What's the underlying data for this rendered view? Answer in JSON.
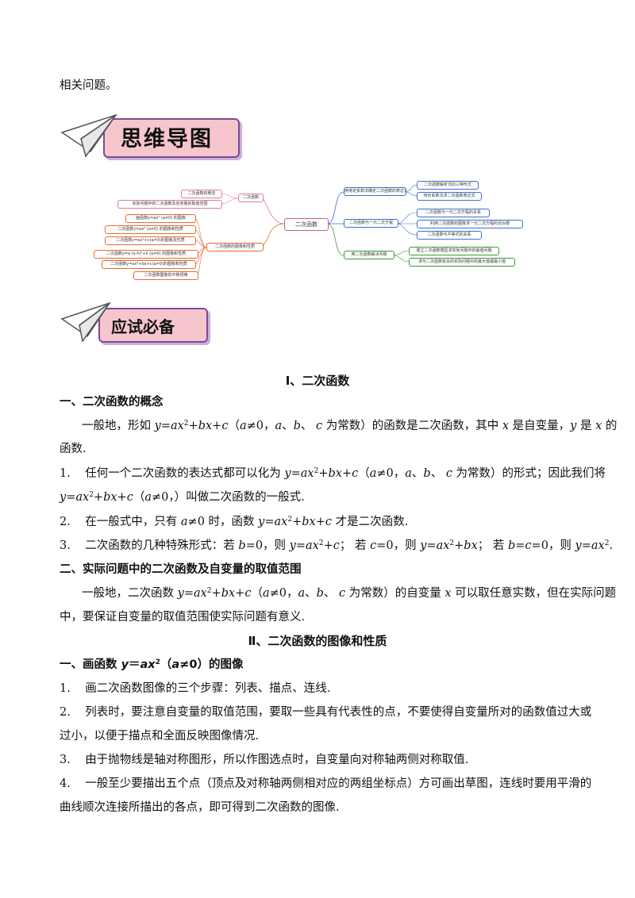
{
  "intro": {
    "tail": "相关问题。"
  },
  "banners": {
    "mindmap": "思维导图",
    "exam": "应试必备"
  },
  "mindmap": {
    "center": "二次函数",
    "left": {
      "concept": {
        "label": "二次函数",
        "children": [
          "二次函数的概念",
          "实际问题中的二次函数及自变量的取值范围"
        ]
      },
      "graph": {
        "label": "二次函数的图像和性质",
        "children": [
          "画函数y=ax² (a≠0) 的图像",
          "二次函数y=ax² (a≠0) 的图像和性质",
          "二次函数y=ax²+c(a≠0)的图像及性质",
          "二次函数y=a (x-h)²+k (a≠0) 的图像和性质",
          "二次函数y=ax²+bx+c(a≠0)的图像和性质",
          "二次函数图像的平移规律"
        ]
      }
    },
    "right": [
      {
        "label": "用待定系数法确定二次函数的表达式",
        "children": [
          "二次函数解析式的三种形式",
          "待定系数法求二次函数表达式"
        ]
      },
      {
        "label": "二次函数与一元二次方程",
        "children": [
          "二次函数与一元二次方程的关系",
          "利用二次函数的图像求一元二次方程的近似根",
          "二次函数与不等式的关系"
        ]
      },
      {
        "label": "用二次函数解决问题",
        "children": [
          "建立二次函数模型求实际问题中的最值问题",
          "求与二次函数有关的实际问题中的最大值或最小值"
        ]
      }
    ]
  },
  "sections": {
    "s1": "Ⅰ、二次函数",
    "s2": "Ⅱ、二次函数的图像和性质"
  },
  "content": {
    "h1": "一、二次函数的概念",
    "p1": {
      "a": "一般地，形如 ",
      "b": "（",
      "c": "≠0，",
      "d": "、",
      "e": "、 ",
      "f": " 为常数）的函数是二次函数，其中 ",
      "g": " 是自变量，",
      "h": " 是 ",
      "i": " 的",
      "line2": "函数."
    },
    "l1": {
      "num": "1.",
      "a": "任何一个二次函数的表达式都可以化为 ",
      "b": "（",
      "c": "≠0，",
      "d": "、",
      "e": "、 ",
      "f": " 为常数）的形式；因此我们将",
      "g": "（",
      "h": "≠0，）叫做二次函数的一般式."
    },
    "l2": {
      "num": "2.",
      "a": "在一般式中，只有 ",
      "b": "≠0 时，函数 ",
      "c": " 才是二次函数."
    },
    "l3": {
      "num": "3.",
      "a": "二次函数的几种特殊形式：若 ",
      "b": "=0，则 ",
      "c": "；  若 ",
      "d": "=0，则 ",
      "e": "；  若 ",
      "f": "=",
      "g": "=0，则 ",
      "h": "."
    },
    "h2": "二、实际问题中的二次函数及自变量的取值范围",
    "p2": {
      "a": "一般地，二次函数 ",
      "b": "（",
      "c": "≠0，",
      "d": "、",
      "e": "、 ",
      "f": " 为常数）的自变量 ",
      "g": " 可以取任意实数，但在实际问题",
      "line2": "中，要保证自变量的取值范围使实际问题有意义."
    },
    "h3": {
      "a": "一、画函数 ",
      "b": "（",
      "c": "≠0）的图像"
    },
    "m1": {
      "num": "1.",
      "text": "画二次函数图像的三个步骤：列表、描点、连线."
    },
    "m2": {
      "num": "2.",
      "text": "列表时，要注意自变量的取值范围，要取一些具有代表性的点，不要使得自变量所对的函数值过大或",
      "line2": "过小，以便于描点和全面反映图像情况."
    },
    "m3": {
      "num": "3.",
      "text": "由于抛物线是轴对称图形，所以作图选点时，自变量向对称轴两侧对称取值."
    },
    "m4": {
      "num": "4.",
      "text": "一般至少要描出五个点（顶点及对称轴两侧相对应的两组坐标点）方可画出草图，连线时要用平滑的",
      "line2": "曲线顺次连接所描出的各点，即可得到二次函数的图像."
    }
  },
  "colors": {
    "banner_fill": "#f7c6cc",
    "banner_border": "#7a4a9a",
    "mm_center": "#c06090",
    "mm_pink": "#e37aa0",
    "mm_orange": "#e86a30",
    "mm_blue": "#3a6fd8",
    "mm_green": "#3a9a3a"
  }
}
